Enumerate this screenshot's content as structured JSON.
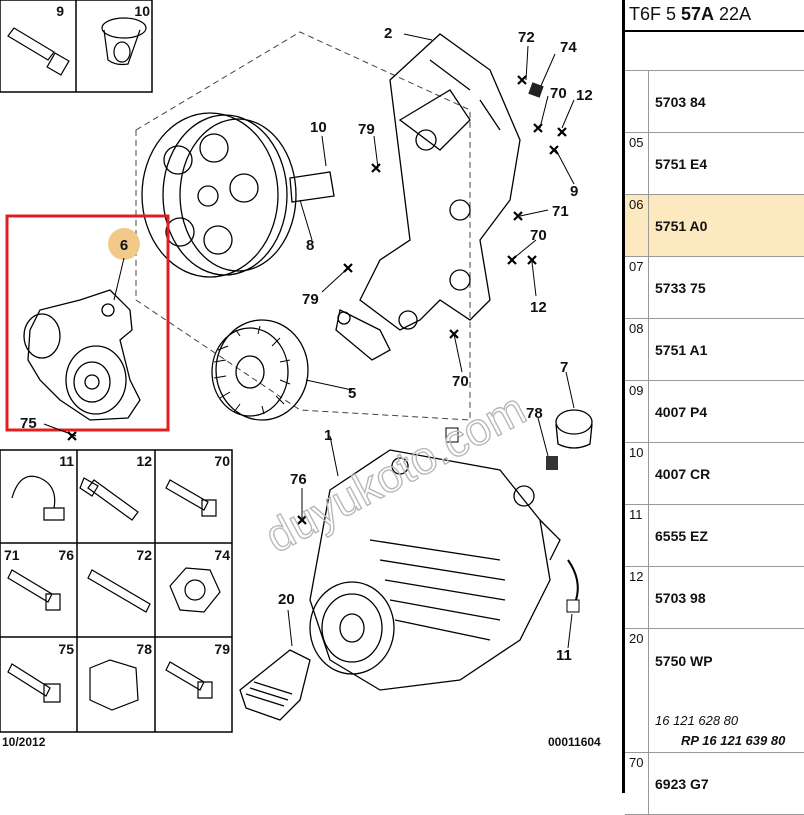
{
  "header": {
    "code_prefix": "T6F 5 ",
    "code_bold": "57A",
    "code_suffix": " 22A"
  },
  "rows": [
    {
      "num": "",
      "ref": "5703 84"
    },
    {
      "num": "05",
      "ref": "5751 E4"
    },
    {
      "num": "06",
      "ref": "5751 A0",
      "highlight": true
    },
    {
      "num": "07",
      "ref": "5733 75"
    },
    {
      "num": "08",
      "ref": "5751 A1"
    },
    {
      "num": "09",
      "ref": "4007 P4"
    },
    {
      "num": "10",
      "ref": "4007 CR"
    },
    {
      "num": "11",
      "ref": "6555 EZ"
    },
    {
      "num": "12",
      "ref": "5703 98"
    },
    {
      "num": "20",
      "ref": "5750 WP",
      "alt1": "16 121 628 80",
      "alt2": "RP 16 121 639 80"
    },
    {
      "num": "70",
      "ref": "6923 G7"
    }
  ],
  "diagram": {
    "callouts": {
      "c1": "1",
      "c2": "2",
      "c5": "5",
      "c6": "6",
      "c7": "7",
      "c8": "8",
      "c9": "9",
      "c10": "10",
      "c11": "11",
      "c12a": "12",
      "c12b": "12",
      "c20": "20",
      "c70a": "70",
      "c70b": "70",
      "c70c": "70",
      "c71": "71",
      "c72": "72",
      "c74": "74",
      "c75": "75",
      "c76": "76",
      "c78": "78",
      "c79": "79"
    },
    "grid_cells": {
      "g9": "9",
      "g10": "10",
      "g11": "11",
      "g12": "12",
      "g70": "70",
      "g71": "71",
      "g76": "76",
      "g72": "72",
      "g74": "74",
      "g75": "75",
      "g78": "78",
      "g79": "79"
    },
    "date": "10/2012",
    "drawing_number": "00011604",
    "watermark": "duyukoto.com",
    "highlight_color": "#e02020",
    "badge_color": "#f3c98a"
  }
}
